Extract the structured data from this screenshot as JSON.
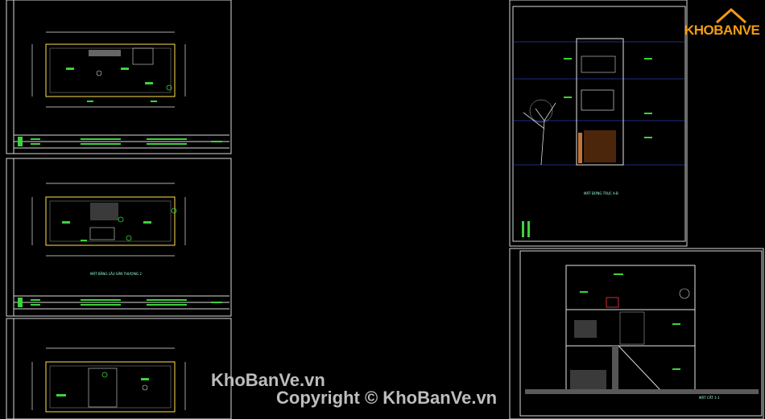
{
  "brand": {
    "logo_text": "KHOBANVE",
    "accent": "#f39c12"
  },
  "watermark": {
    "line1": "KhoBanVe.vn",
    "line2": "Copyright © KhoBanVe.vn"
  },
  "drawings": {
    "plan_floor2_caption": "MẶT BẰNG LẦU SÂN THƯỢNG 2",
    "elevation_caption": "MẶT ĐỨNG TRỤC A-B",
    "section_caption": "MẶT CẮT 1-1"
  },
  "colors": {
    "background": "#000000",
    "frame": "#d9d9d9",
    "line": "#e6e6e6",
    "green": "#3cd33c",
    "yellow": "#ffe14d",
    "red": "#ff3b3b",
    "blue": "#6a8dff"
  }
}
